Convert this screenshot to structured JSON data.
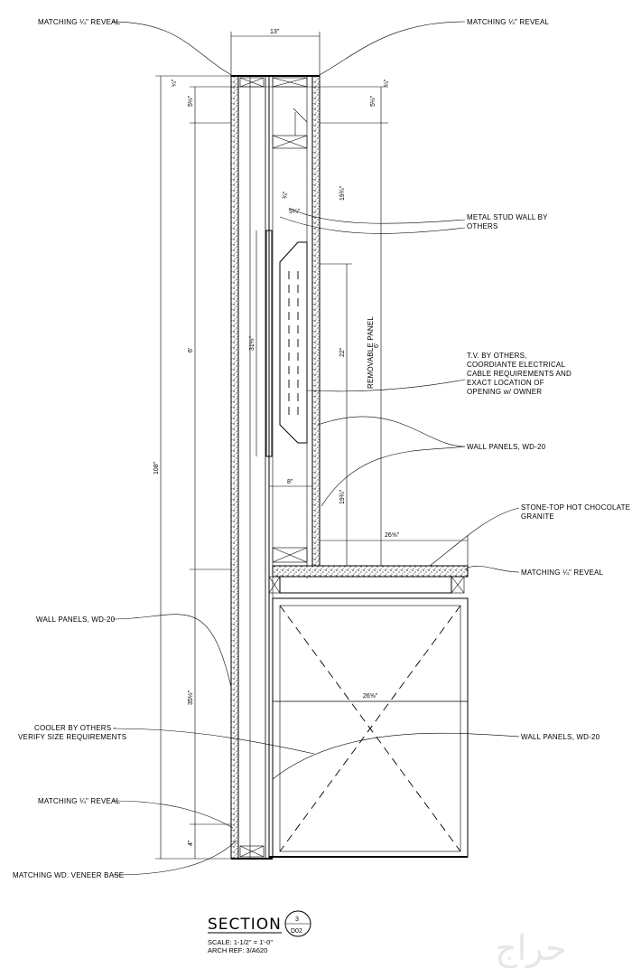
{
  "notes": {
    "matching_reveal_tl": "MATCHING ¼\" REVEAL",
    "matching_reveal_tr": "MATCHING ¼\" REVEAL",
    "metal_stud": [
      "METAL STUD WALL BY",
      "OTHERS"
    ],
    "tv": [
      "T.V. BY OTHERS,",
      "COORDIANTE ELECTRICAL",
      "CABLE REQUIREMENTS AND",
      "EXACT LOCATION OF",
      "OPENING w/ OWNER"
    ],
    "wall_panels_upper": "WALL PANELS, WD-20",
    "stone_top": [
      "STONE-TOP HOT CHOCOLATE",
      "GRANITE"
    ],
    "matching_reveal_counter": "MATCHING ¼\" REVEAL",
    "wall_panels_left": "WALL PANELS, WD-20",
    "cooler": [
      "COOLER BY OTHERS -",
      "VERIFY SIZE REQUIREMENTS"
    ],
    "wall_panels_right": "WALL PANELS, WD-20",
    "matching_reveal_bl": "MATCHING ¼\" REVEAL",
    "veneer_base": "MATCHING WD. VENEER BASE",
    "removable_panel": "REMOVABLE PANEL"
  },
  "dimensions": {
    "top_width": "13\"",
    "overall_height": "108\"",
    "upper_6ft": "6'",
    "right_6ft": "6'",
    "d_22": "22\"",
    "d_8": "8\"",
    "d_26_top": "26⅝\"",
    "d_26_cooler": "26⅝\"",
    "d_35": "35½\"",
    "d_4": "4\"",
    "d_5_left": "5½\"",
    "d_5_right": "5½\"",
    "d_19_upper": "19¾\"",
    "d_19_lower": "19¾\"",
    "d_31": "31½\"",
    "d_3_4": "¾\"",
    "d_5_4": "5¼\"",
    "tick_1": "¼\"",
    "tick_2": "¼\""
  },
  "title": {
    "section": "SECTION",
    "num": "3",
    "sheet": "D02",
    "scale": "SCALE: 1-1/2\" = 1'-0\"",
    "arch_ref": "ARCH REF: 3/A620"
  },
  "watermark": "حراج"
}
